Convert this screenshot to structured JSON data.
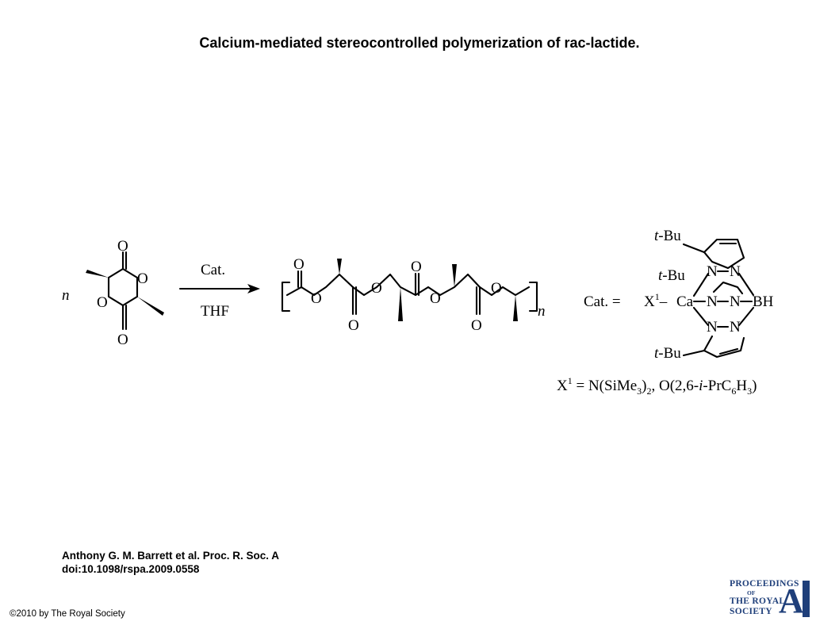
{
  "header": {
    "title": "Calcium-mediated stereocontrolled polymerization of rac-lactide."
  },
  "scheme": {
    "n_prefix": "n",
    "lactide_O_top": "O",
    "lactide_O_ring_right": "O",
    "lactide_O_ring_left": "O",
    "lactide_O_bottom": "O",
    "arrow_above": "Cat.",
    "arrow_below": "THF",
    "poly_O_carbonyl_1": "O",
    "poly_O_ester_1": "O",
    "poly_O_carbonyl_2": "O",
    "poly_O_ester_2": "O",
    "poly_O_carbonyl_3": "O",
    "poly_O_ester_3": "O",
    "poly_O_carbonyl_4": "O",
    "poly_O_ester_4": "O",
    "poly_subscript_n": "n",
    "catalyst": {
      "label": "Cat. =",
      "x1": "X",
      "x1_sup": "1",
      "dash": "–",
      "ca": "Ca",
      "bh": "BH",
      "tbu_top": "t",
      "tbu_top_rest": "-Bu",
      "tbu_mid": "t",
      "tbu_mid_rest": "-Bu",
      "tbu_bottom": "t",
      "tbu_bottom_rest": "-Bu",
      "n_labels": [
        "N",
        "N",
        "N",
        "N",
        "N",
        "N"
      ]
    },
    "x1_definition": {
      "x": "X",
      "sup": "1",
      "eq": " = N(SiMe",
      "sub1": "3",
      "mid": ")",
      "sub2": "2",
      "tail1": ", O(2,6-",
      "italic_i": "i",
      "tail2": "-PrC",
      "sub3": "6",
      "tail3": "H",
      "sub4": "3",
      "tail4": ")"
    }
  },
  "citation": {
    "line1": "Anthony G. M. Barrett et al. Proc. R. Soc. A",
    "line2": "doi:10.1098/rspa.2009.0558"
  },
  "footer": {
    "copyright": "©2010 by The Royal Society"
  },
  "logo": {
    "line1": "PROCEEDINGS",
    "line2": "OF",
    "line3": "THE ROYAL",
    "line4": "SOCIETY",
    "letter": "A"
  }
}
